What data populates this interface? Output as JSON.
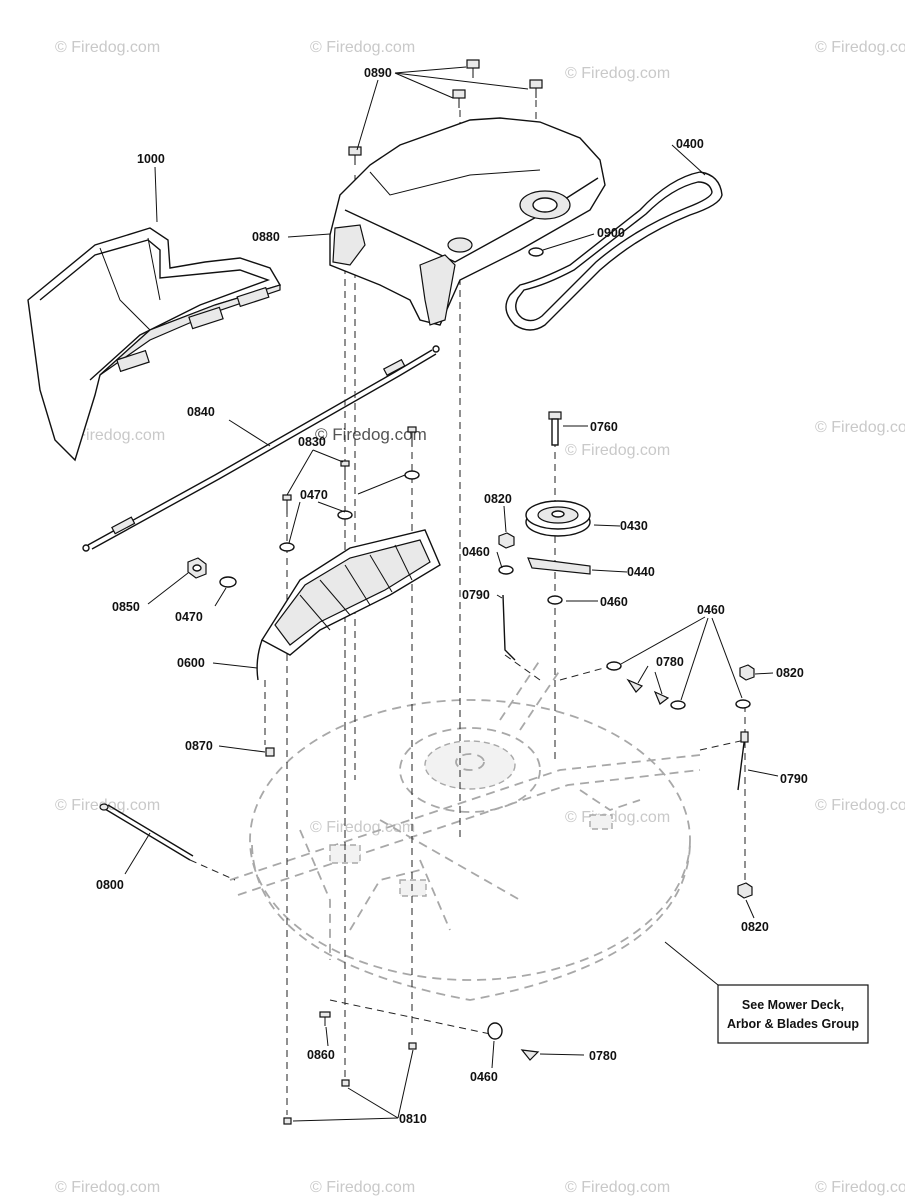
{
  "watermark": {
    "text": "© Firedog.com",
    "prominent_text": "© Firedog.com"
  },
  "note": {
    "line1": "See Mower Deck,",
    "line2": "Arbor & Blades Group"
  },
  "callouts": {
    "c1000": "1000",
    "c0890": "0890",
    "c0880": "0880",
    "c0400": "0400",
    "c0900": "0900",
    "c0840": "0840",
    "c0830": "0830",
    "c0470a": "0470",
    "c0470b": "0470",
    "c0850": "0850",
    "c0600": "0600",
    "c0760": "0760",
    "c0820a": "0820",
    "c0430": "0430",
    "c0460a": "0460",
    "c0440": "0440",
    "c0790a": "0790",
    "c0460b": "0460",
    "c0460c": "0460",
    "c0780a": "0780",
    "c0820b": "0820",
    "c0870": "0870",
    "c0790b": "0790",
    "c0800": "0800",
    "c0820c": "0820",
    "c0860": "0860",
    "c0460d": "0460",
    "c0780b": "0780",
    "c0810": "0810"
  }
}
